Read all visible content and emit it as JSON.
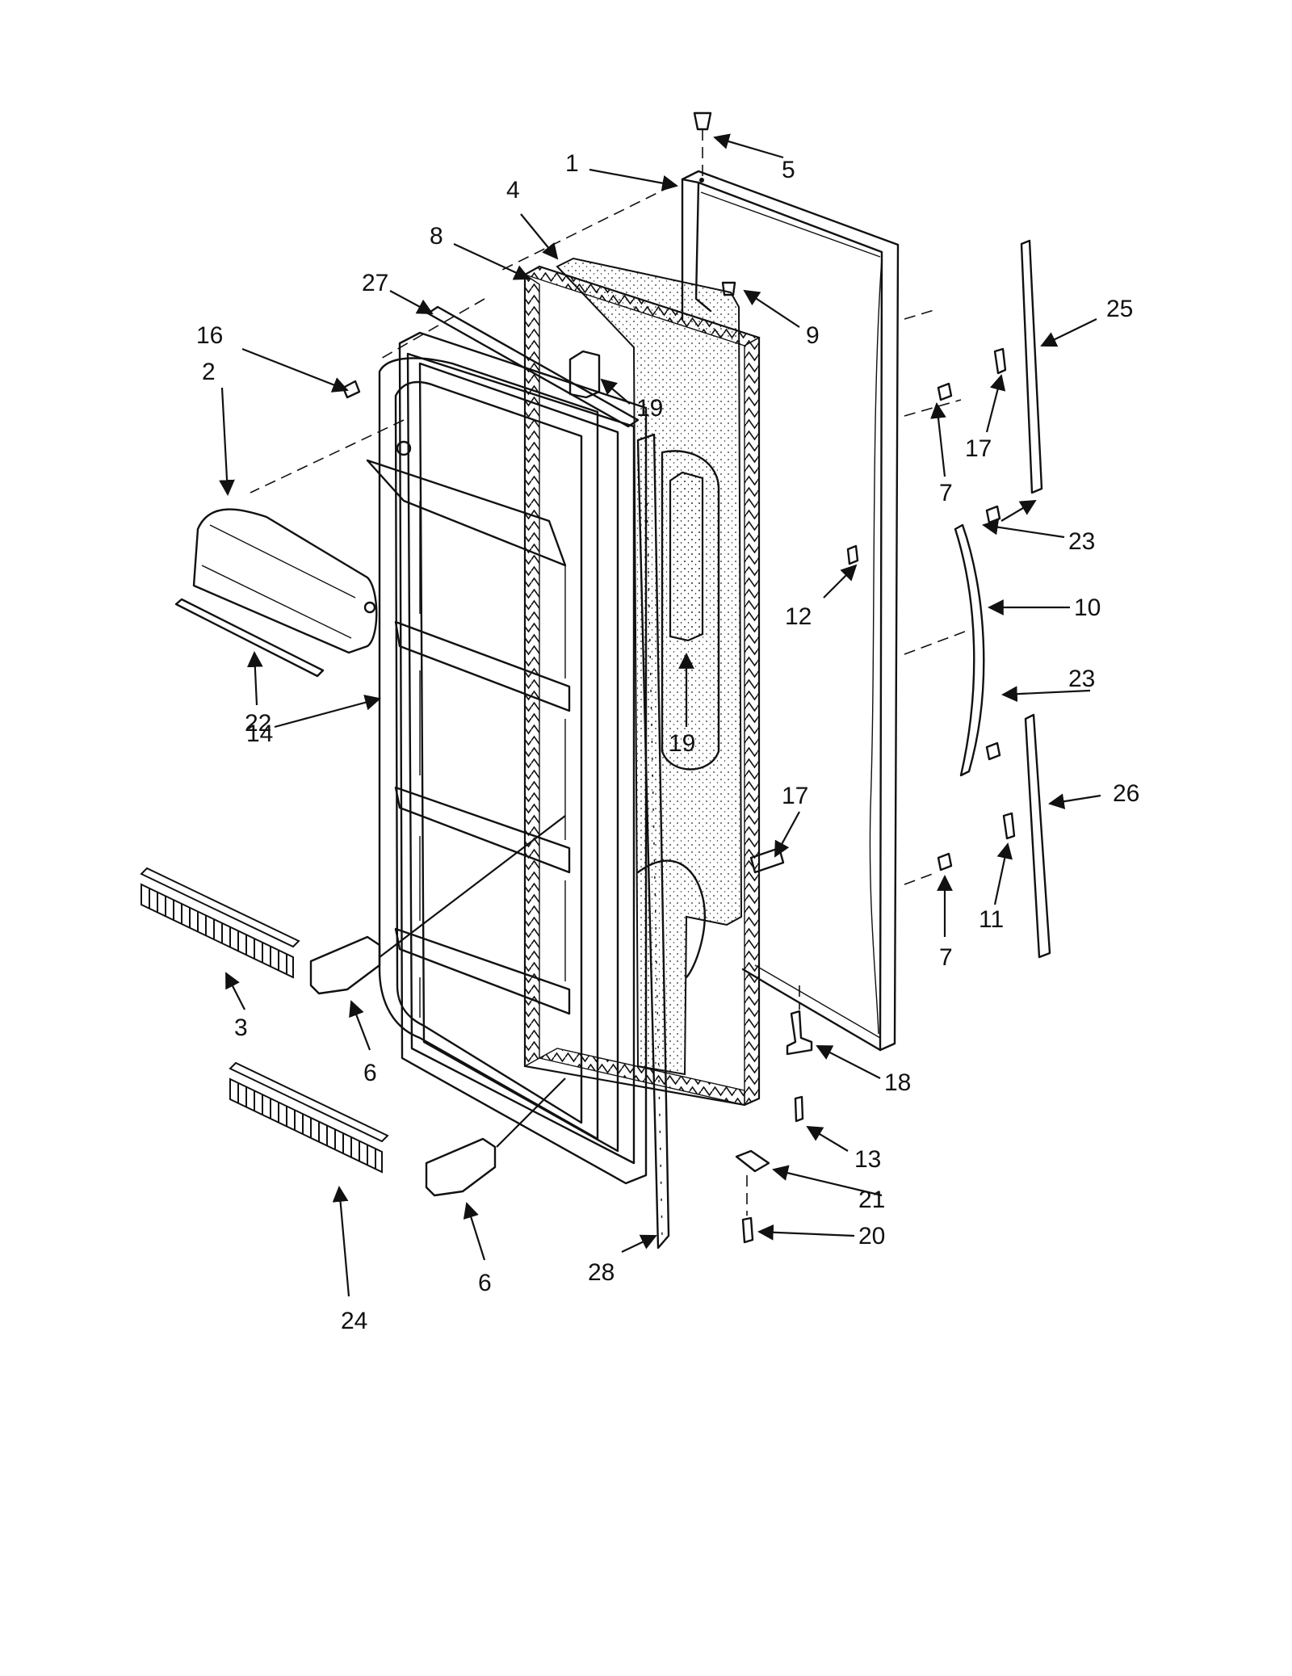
{
  "callouts": [
    {
      "id": "c1",
      "label": "1"
    },
    {
      "id": "c2",
      "label": "2"
    },
    {
      "id": "c3",
      "label": "3"
    },
    {
      "id": "c4",
      "label": "4"
    },
    {
      "id": "c5",
      "label": "5"
    },
    {
      "id": "c6a",
      "label": "6"
    },
    {
      "id": "c6b",
      "label": "6"
    },
    {
      "id": "c7a",
      "label": "7"
    },
    {
      "id": "c7b",
      "label": "7"
    },
    {
      "id": "c8",
      "label": "8"
    },
    {
      "id": "c9",
      "label": "9"
    },
    {
      "id": "c10",
      "label": "10"
    },
    {
      "id": "c11",
      "label": "11"
    },
    {
      "id": "c12",
      "label": "12"
    },
    {
      "id": "c13",
      "label": "13"
    },
    {
      "id": "c14",
      "label": "14"
    },
    {
      "id": "c16",
      "label": "16"
    },
    {
      "id": "c17a",
      "label": "17"
    },
    {
      "id": "c17b",
      "label": "17"
    },
    {
      "id": "c18",
      "label": "18"
    },
    {
      "id": "c19a",
      "label": "19"
    },
    {
      "id": "c19b",
      "label": "19"
    },
    {
      "id": "c20",
      "label": "20"
    },
    {
      "id": "c21",
      "label": "21"
    },
    {
      "id": "c22",
      "label": "22"
    },
    {
      "id": "c23a",
      "label": "23"
    },
    {
      "id": "c23b",
      "label": "23"
    },
    {
      "id": "c24",
      "label": "24"
    },
    {
      "id": "c25",
      "label": "25"
    },
    {
      "id": "c26",
      "label": "26"
    },
    {
      "id": "c27",
      "label": "27"
    },
    {
      "id": "c28",
      "label": "28"
    }
  ]
}
